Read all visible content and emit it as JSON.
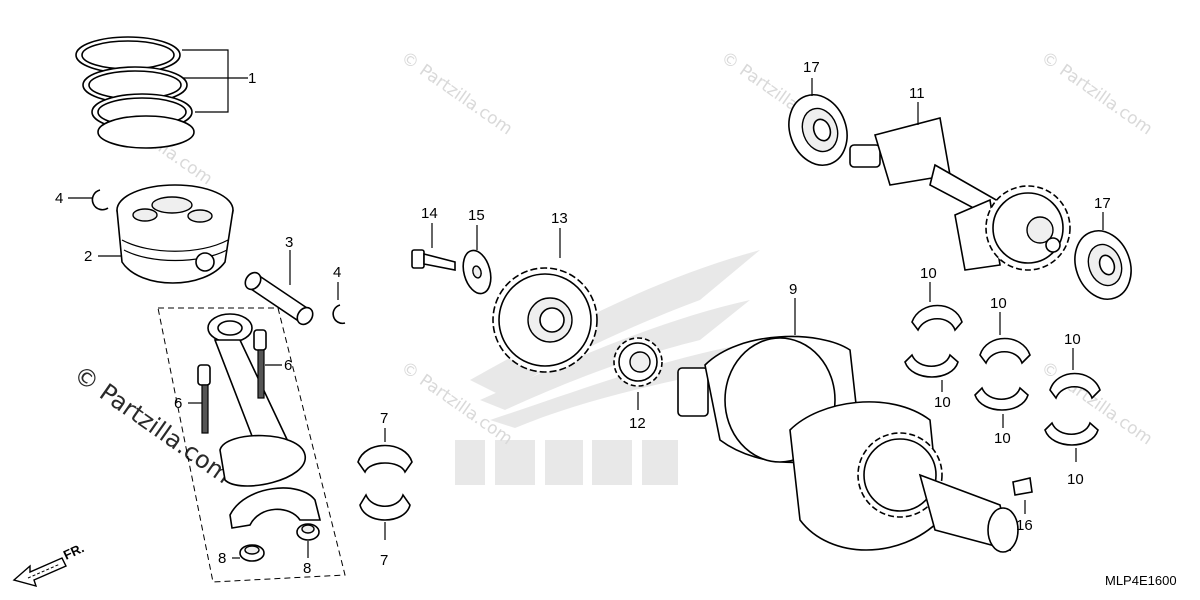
{
  "watermarks": {
    "text": "© Partzilla.com",
    "large_text": "© Partzilla.com"
  },
  "callouts": {
    "c1": "1",
    "c2": "2",
    "c3": "3",
    "c4a": "4",
    "c4b": "4",
    "c6a": "6",
    "c6b": "6",
    "c7a": "7",
    "c7b": "7",
    "c8a": "8",
    "c8b": "8",
    "c9": "9",
    "c10a": "10",
    "c10b": "10",
    "c10c": "10",
    "c10d": "10",
    "c10e": "10",
    "c10f": "10",
    "c11": "11",
    "c12": "12",
    "c13": "13",
    "c14": "14",
    "c15": "15",
    "c16": "16",
    "c17a": "17",
    "c17b": "17"
  },
  "front_indicator": "FR.",
  "diagram_code": "MLP4E1600"
}
